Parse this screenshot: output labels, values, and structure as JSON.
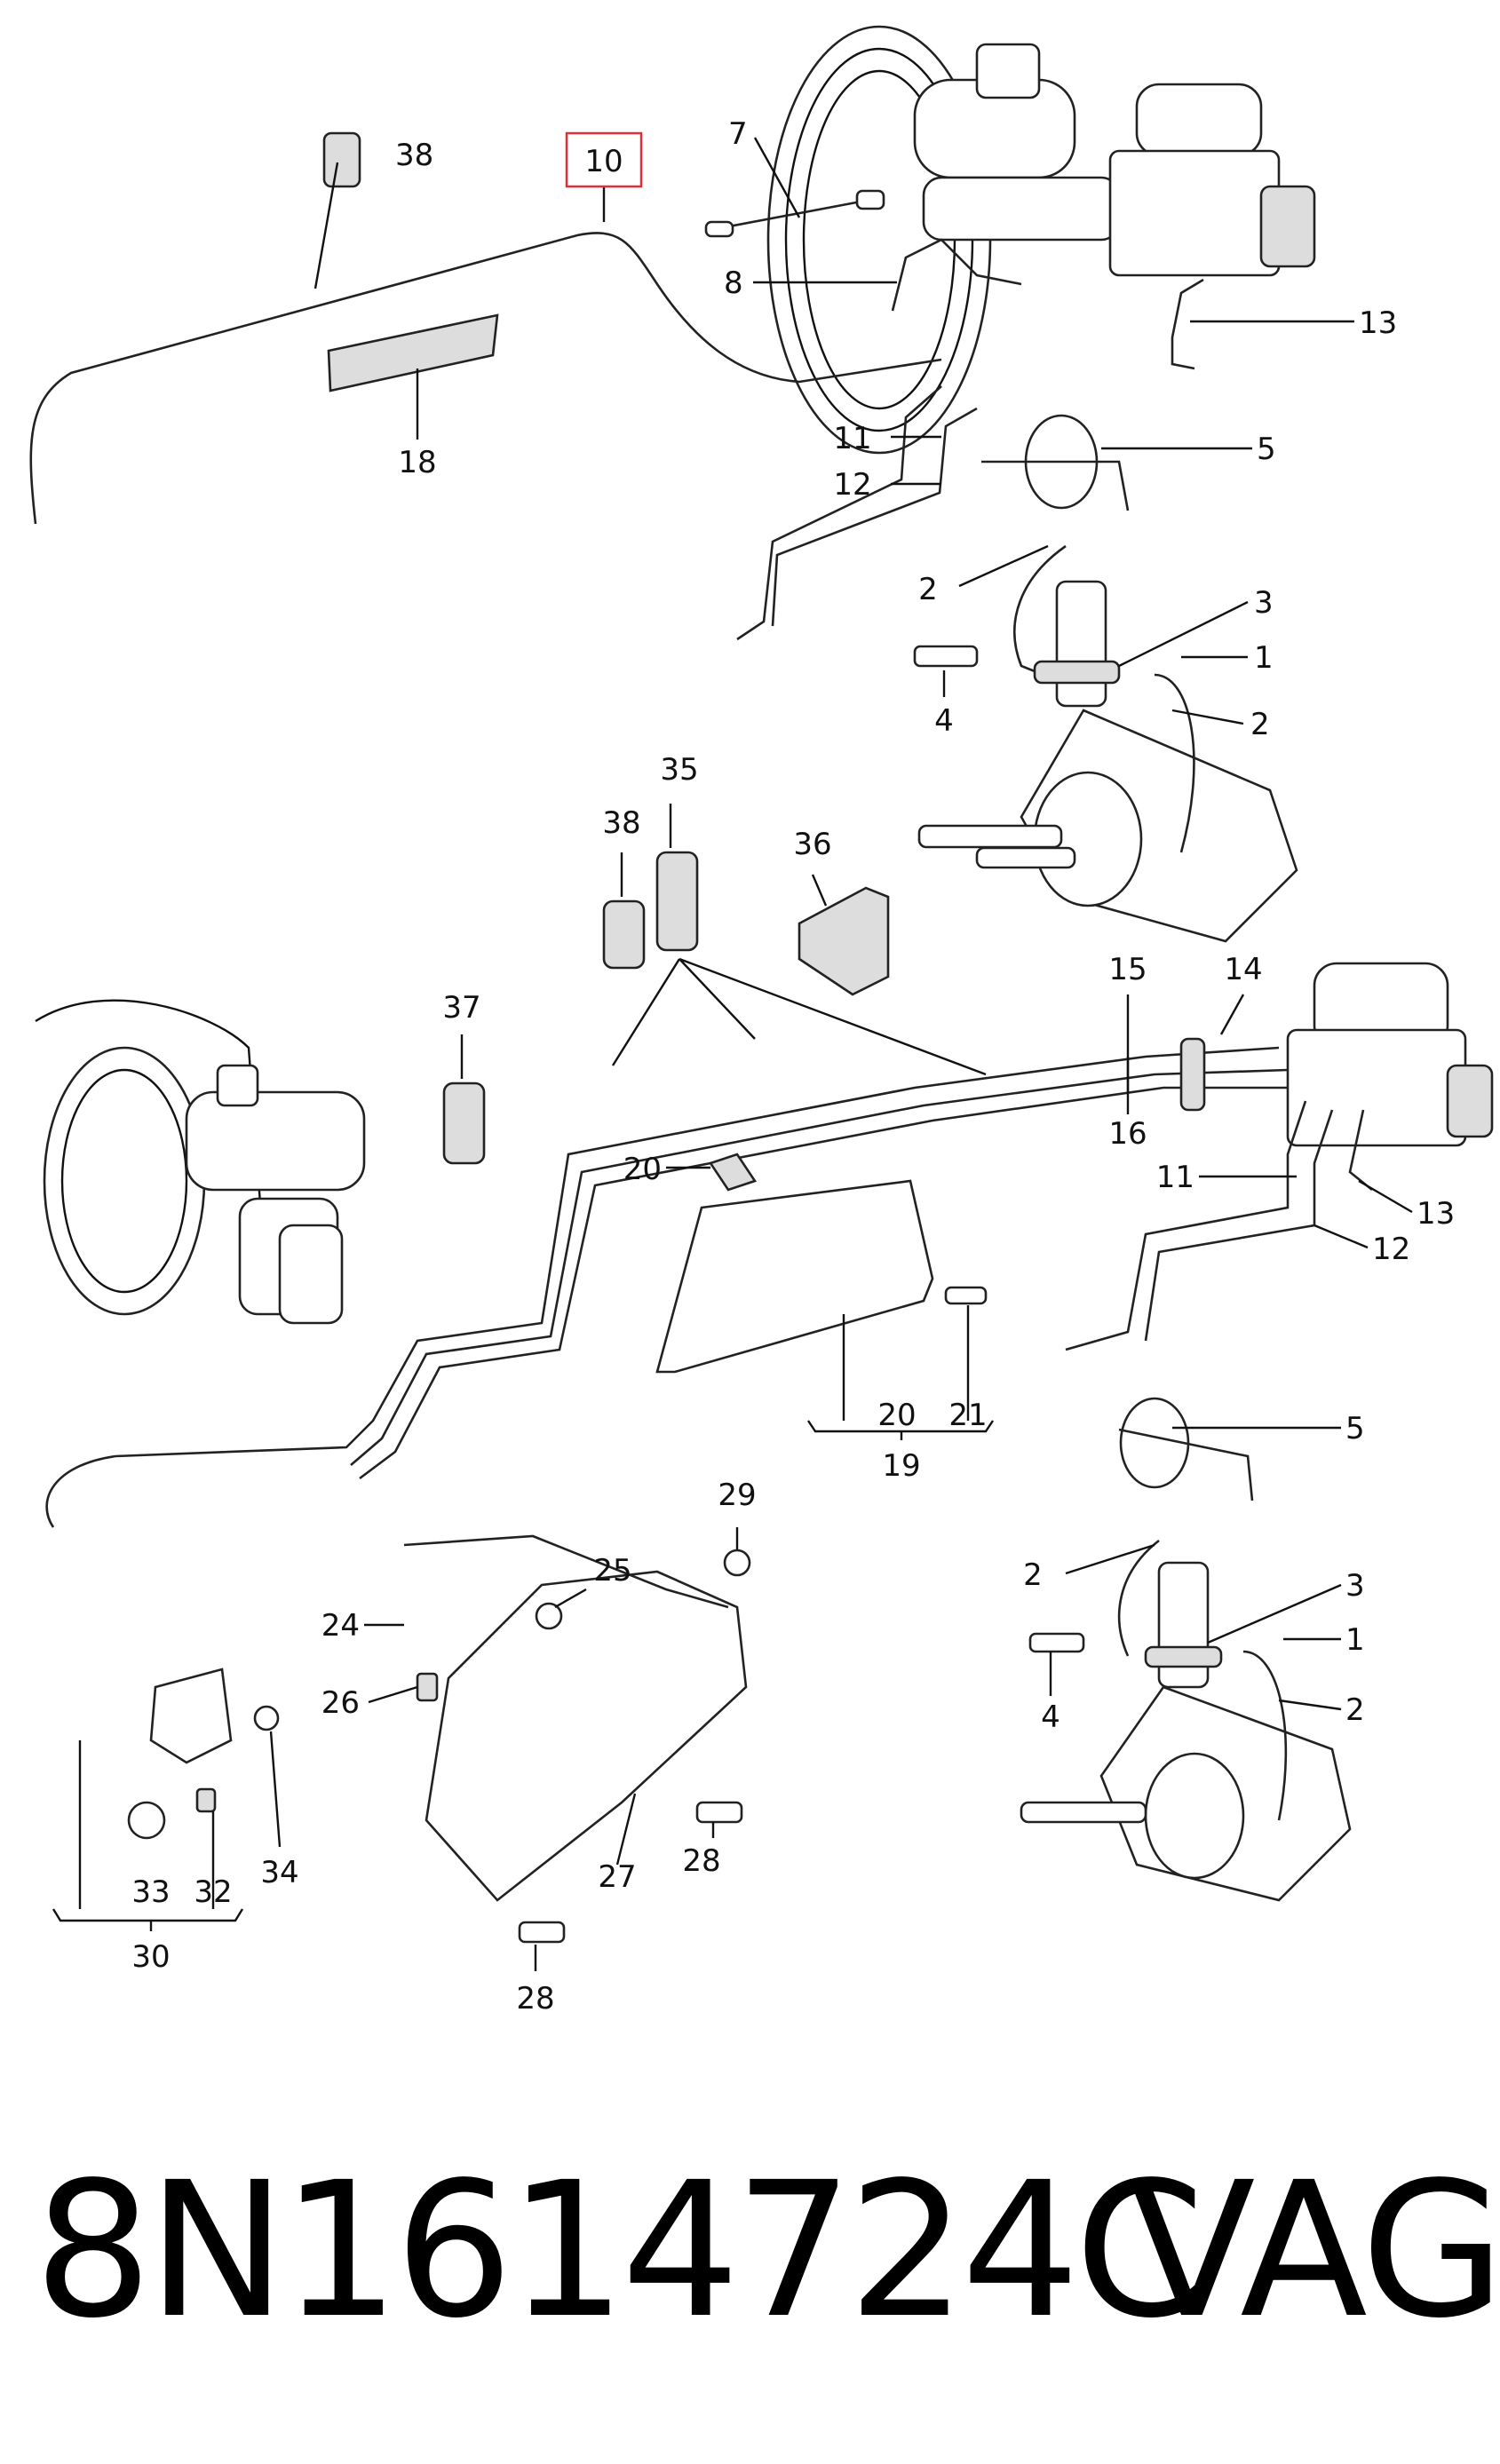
{
  "diagram": {
    "callouts": {
      "c1a": "1",
      "c1b": "1",
      "c2a": "2",
      "c2b": "2",
      "c2c": "2",
      "c2d": "2",
      "c3a": "3",
      "c3b": "3",
      "c4a": "4",
      "c4b": "4",
      "c5a": "5",
      "c5b": "5",
      "c7": "7",
      "c8": "8",
      "c10": "10",
      "c11a": "11",
      "c11b": "11",
      "c12a": "12",
      "c12b": "12",
      "c13a": "13",
      "c13b": "13",
      "c14": "14",
      "c15": "15",
      "c16": "16",
      "c18": "18",
      "c19": "19",
      "c20a": "20",
      "c20b": "20",
      "c21": "21",
      "c24": "24",
      "c25": "25",
      "c26": "26",
      "c27": "27",
      "c28a": "28",
      "c28b": "28",
      "c29": "29",
      "c30": "30",
      "c32": "32",
      "c33": "33",
      "c34": "34",
      "c35": "35",
      "c36": "36",
      "c37": "37",
      "c38a": "38",
      "c38b": "38"
    },
    "highlight_color": "#e0303a"
  },
  "footer": {
    "part_number": "8N1614724C",
    "brand": "VAG"
  }
}
